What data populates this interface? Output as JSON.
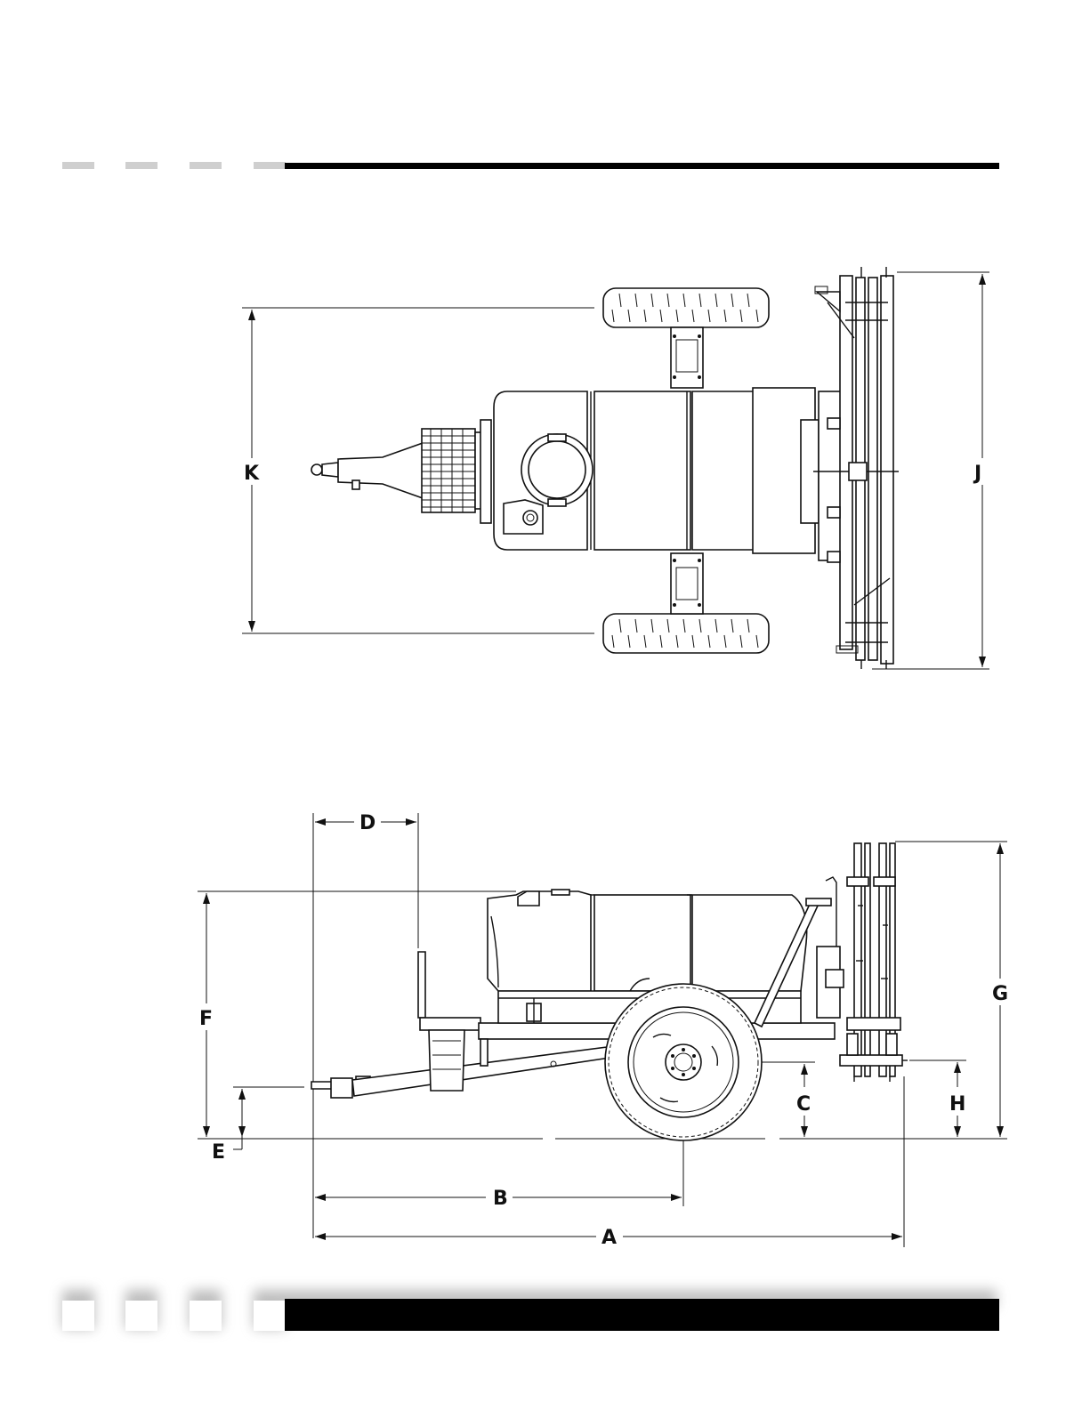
{
  "colors": {
    "ink": "#111111",
    "paper": "#ffffff",
    "shadow": "#cfcfcf"
  },
  "top_view": {
    "dimensions": [
      {
        "id": "K",
        "label": "K"
      },
      {
        "id": "J",
        "label": "J"
      }
    ]
  },
  "side_view": {
    "dimensions": [
      {
        "id": "D",
        "label": "D"
      },
      {
        "id": "F",
        "label": "F"
      },
      {
        "id": "G",
        "label": "G"
      },
      {
        "id": "C",
        "label": "C"
      },
      {
        "id": "H",
        "label": "H"
      },
      {
        "id": "E",
        "label": "E"
      },
      {
        "id": "B",
        "label": "B"
      },
      {
        "id": "A",
        "label": "A"
      }
    ]
  }
}
